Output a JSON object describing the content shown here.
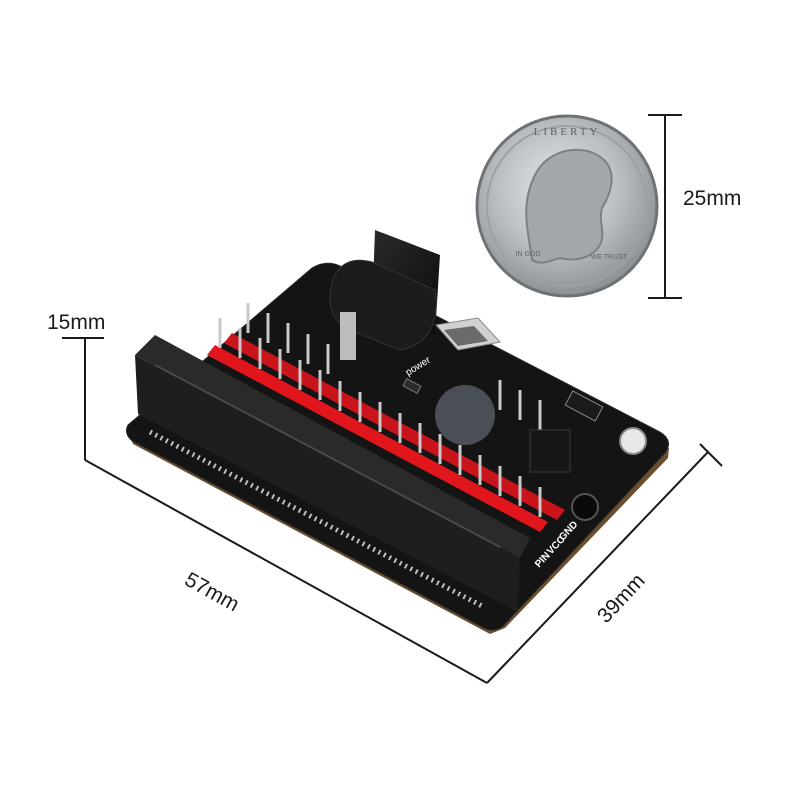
{
  "dimensions": {
    "height": "15mm",
    "length": "57mm",
    "width": "39mm",
    "coin_diameter": "25mm"
  },
  "board": {
    "silkscreen": {
      "power": "power",
      "pin": "PIN",
      "vcc": "VCC",
      "gnd": "GND"
    }
  },
  "coin": {
    "legend_top": "LIBERTY",
    "legend_left": "IN GOD",
    "legend_right": "WE TRUST"
  },
  "colors": {
    "pcb": "#141414",
    "edge_connector": "#1e1e1e",
    "header_red": "#e0161c",
    "pins": "#c9c9c9",
    "coin": "#b8bcc0",
    "dimension_lines": "#1a1a1a"
  }
}
